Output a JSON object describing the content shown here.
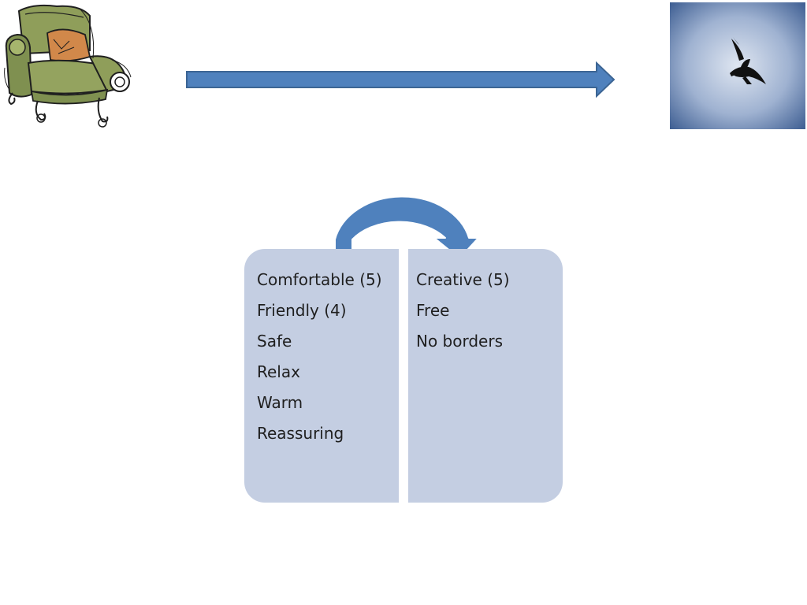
{
  "left_column": {
    "items": [
      "Comfortable (5)",
      "Friendly (4)",
      "Safe",
      "Relax",
      "Warm",
      "Reassuring"
    ]
  },
  "right_column": {
    "items": [
      "Creative (5)",
      "Free",
      "No borders"
    ]
  },
  "images": {
    "left": "armchair-sketch",
    "right": "bird-in-sky-photo"
  },
  "colors": {
    "arrow_fill": "#4f81bd",
    "arrow_stroke": "#3c6594",
    "panel_fill": "#c4cee2",
    "sky_center": "#dfe6f1",
    "sky_edge": "#3f5f93",
    "text": "#1f1f1f"
  }
}
